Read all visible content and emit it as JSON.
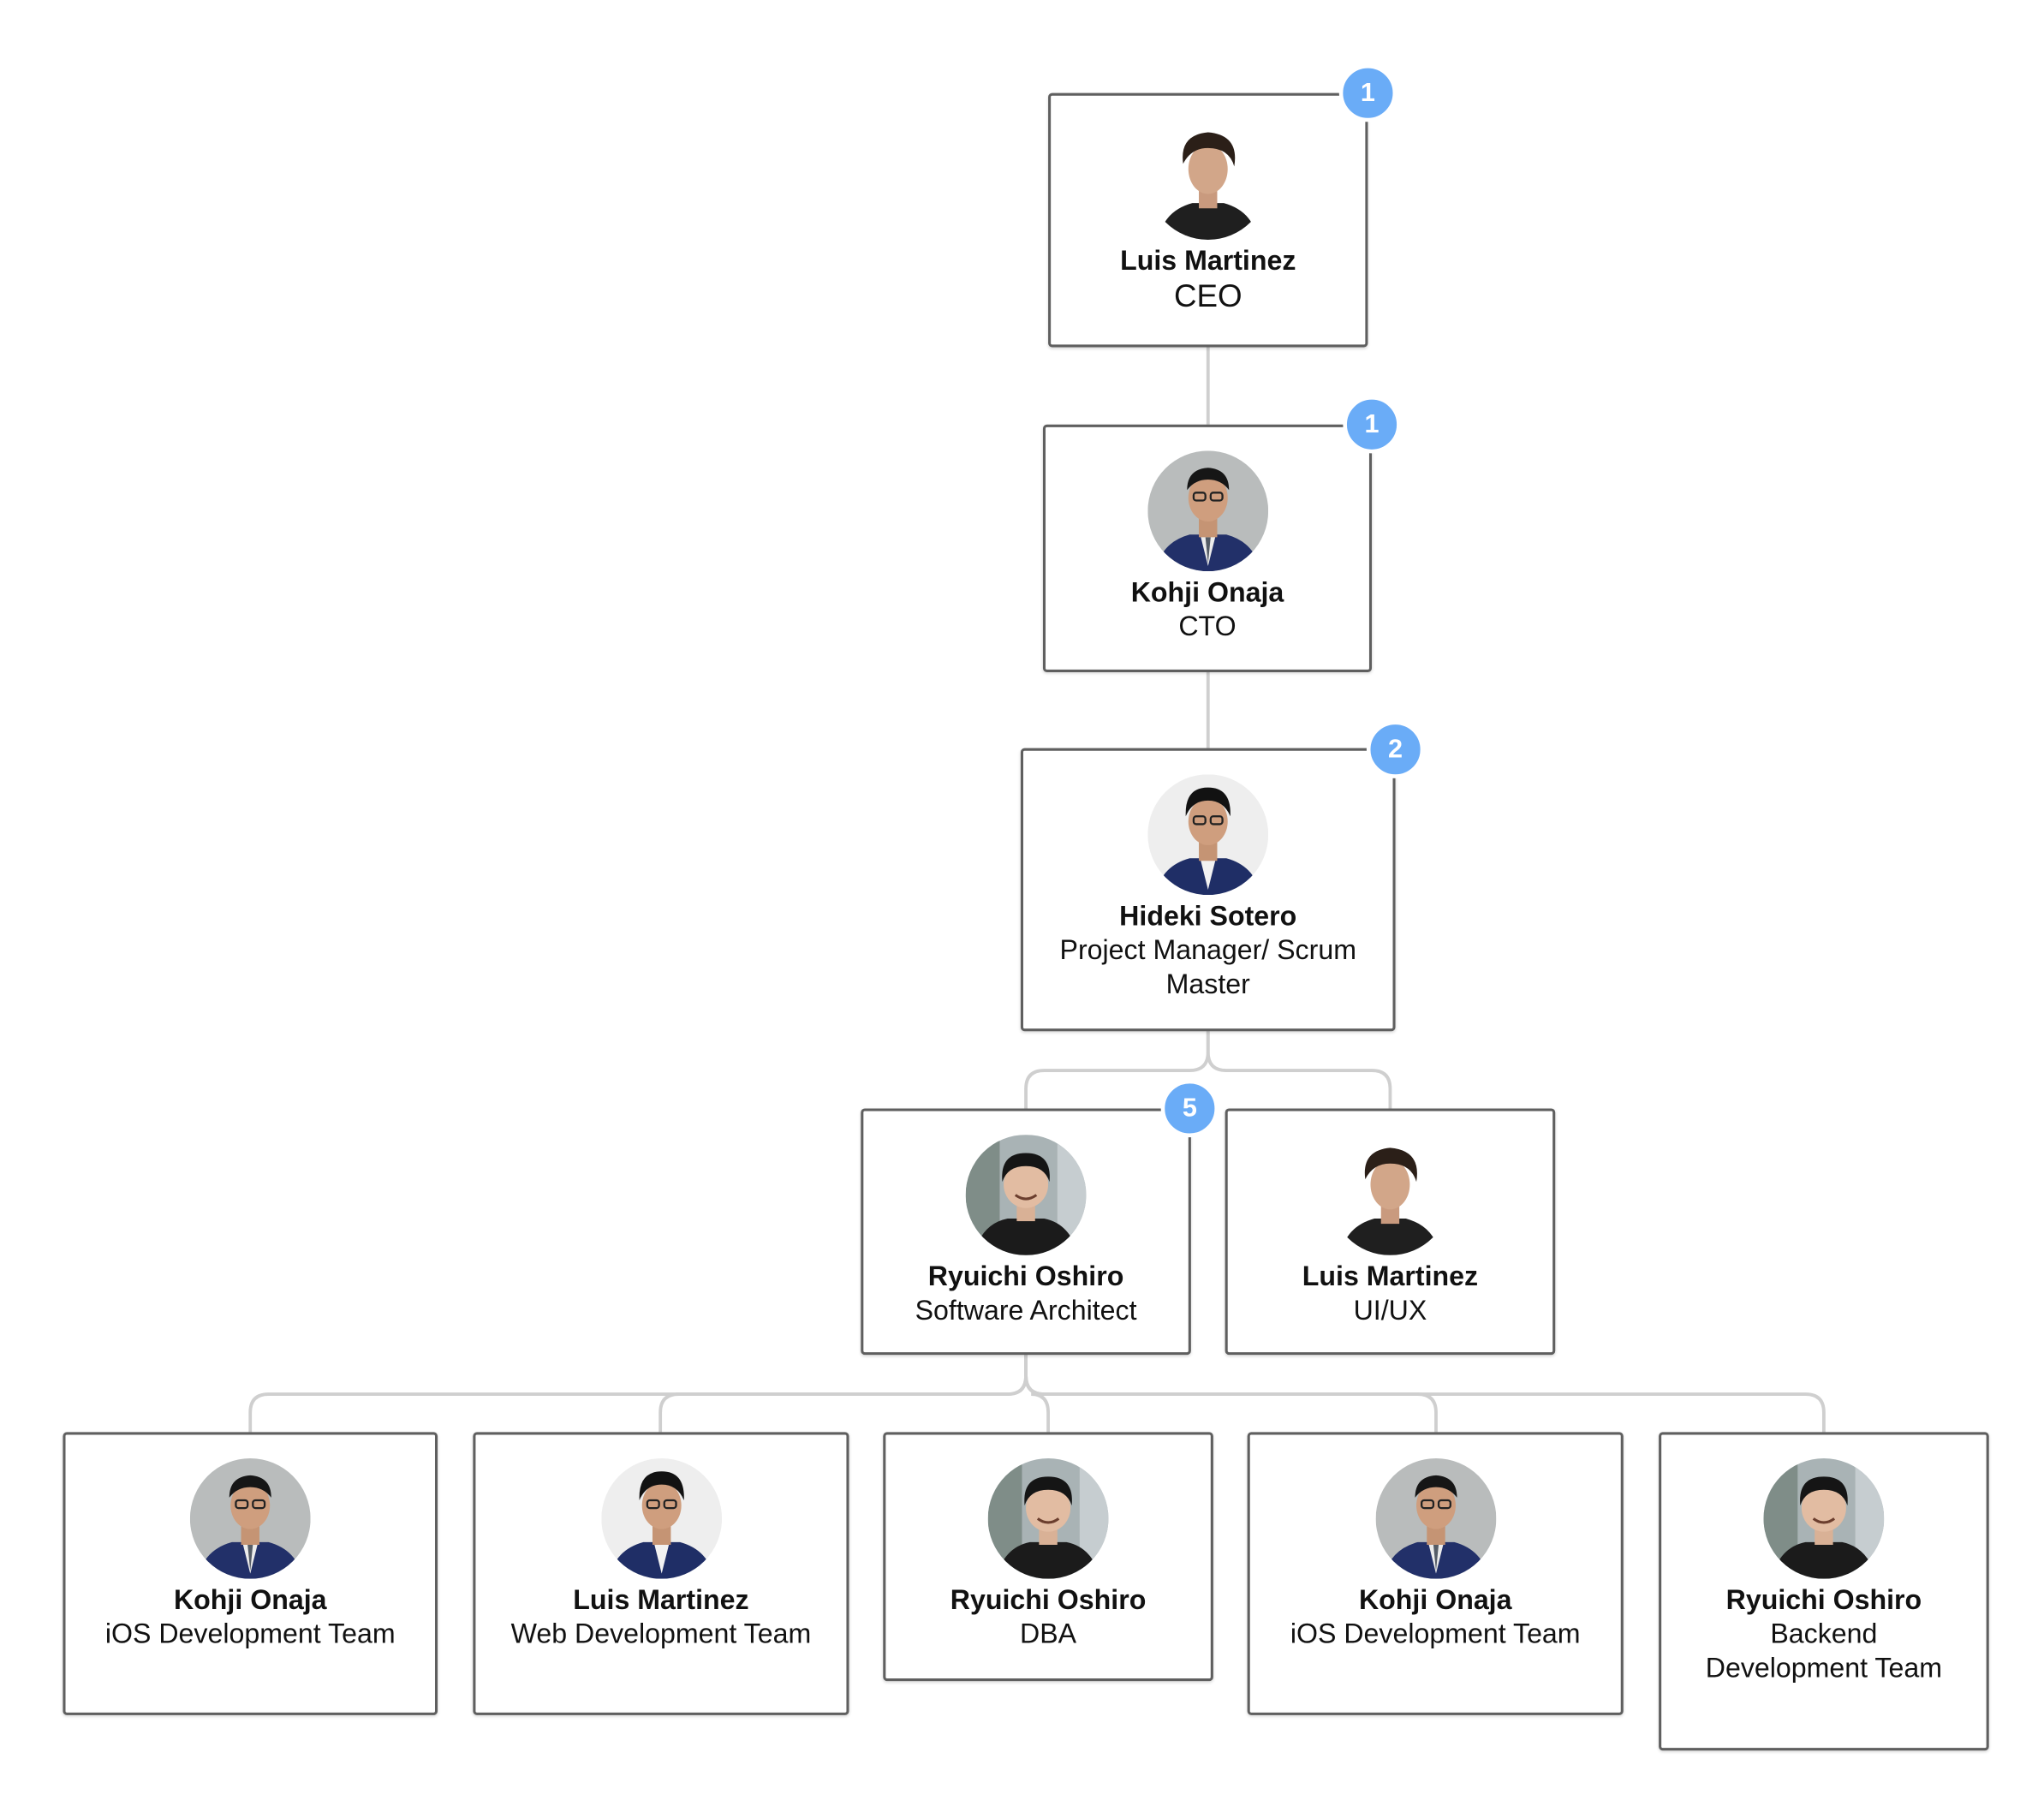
{
  "colors": {
    "badge": "#6aacf7",
    "card_border": "#5f5f5f",
    "connector": "#cfcfcf"
  },
  "nodes": {
    "ceo": {
      "name": "Luis Martinez",
      "role": "CEO",
      "badge": "1",
      "avatar": "curly-hair-portrait"
    },
    "cto": {
      "name": "Kohji Onaja",
      "role": "CTO",
      "badge": "1",
      "avatar": "suit-glasses-portrait"
    },
    "pm": {
      "name": "Hideki Sotero",
      "role": "Project Manager/ Scrum Master",
      "badge": "2",
      "avatar": "suit-glasses-white-bg-portrait"
    },
    "architect": {
      "name": "Ryuichi Oshiro",
      "role": "Software Architect",
      "badge": "5",
      "avatar": "smiling-outdoor-portrait"
    },
    "uiux": {
      "name": "Luis Martinez",
      "role": "UI/UX",
      "avatar": "curly-hair-portrait"
    },
    "ios1": {
      "name": "Kohji Onaja",
      "role": "iOS Development Team",
      "avatar": "suit-glasses-portrait"
    },
    "web": {
      "name": "Luis Martinez",
      "role": "Web Development Team",
      "avatar": "suit-glasses-white-bg-portrait"
    },
    "dba": {
      "name": "Ryuichi Oshiro",
      "role": "DBA",
      "avatar": "smiling-outdoor-portrait"
    },
    "ios2": {
      "name": "Kohji Onaja",
      "role": "iOS Development Team",
      "avatar": "suit-glasses-portrait"
    },
    "backend": {
      "name": "Ryuichi Oshiro",
      "role": "Backend Development Team",
      "avatar": "smiling-outdoor-portrait"
    }
  }
}
